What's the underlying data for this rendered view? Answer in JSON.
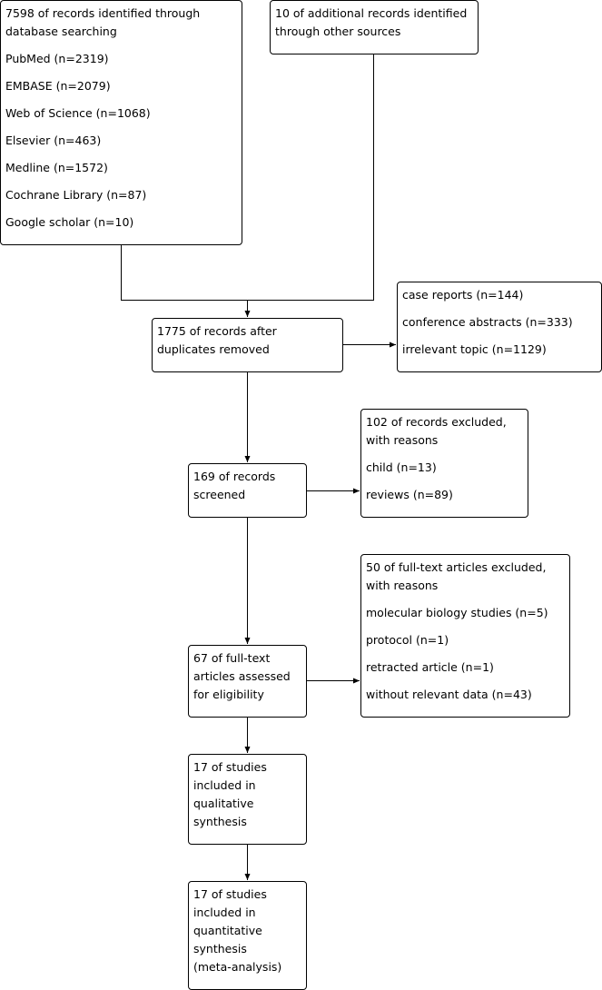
{
  "identification": {
    "database_heading": [
      "7598 of records identified through",
      "database searching"
    ],
    "sources": [
      "PubMed (n=2319)",
      "EMBASE (n=2079)",
      "Web of Science (n=1068)",
      "Elsevier (n=463)",
      "Medline (n=1572)",
      "Cochrane Library (n=87)",
      "Google scholar (n=10)"
    ],
    "additional_records": [
      "10 of additional records identified",
      "through other sources"
    ]
  },
  "duplicates_removed": [
    "1775 of records after",
    "duplicates removed"
  ],
  "excluded_after_dedup": [
    "case reports (n=144)",
    "conference abstracts (n=333)",
    "irrelevant topic (n=1129)"
  ],
  "screened": [
    "169 of records",
    "screened"
  ],
  "screening_excluded": {
    "heading": [
      "102 of records excluded,",
      "with reasons"
    ],
    "reasons": [
      "child (n=13)",
      "reviews (n=89)"
    ]
  },
  "eligibility": [
    "67 of full-text",
    "articles assessed",
    "for eligibility"
  ],
  "fulltext_excluded": {
    "heading": [
      "50 of full-text articles excluded,",
      "with reasons"
    ],
    "reasons": [
      "molecular biology studies (n=5)",
      "protocol (n=1)",
      "retracted article (n=1)",
      "without relevant data (n=43)"
    ]
  },
  "qualitative": [
    "17 of studies",
    "included in",
    "qualitative",
    "synthesis"
  ],
  "quantitative": [
    "17 of studies",
    "included in",
    "quantitative",
    "synthesis",
    "(meta-analysis)"
  ]
}
